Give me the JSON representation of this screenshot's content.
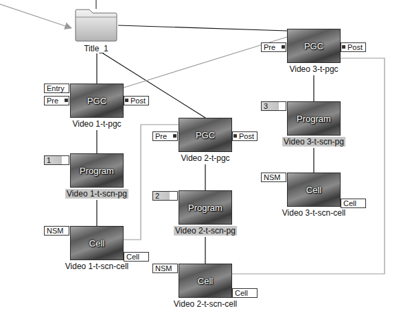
{
  "diagram": {
    "nodes": [
      {
        "text": [
          "Title_1"
        ]
      },
      {
        "text": [
          "PGC",
          "Entry",
          "Pre",
          "Post",
          "Video 1-t-pgc"
        ]
      },
      {
        "text": [
          "Program",
          "1",
          "Video 1-t-scn-pg"
        ]
      },
      {
        "text": [
          "Cell",
          "NSM",
          "Cell",
          "Video 1-t-scn-cell"
        ]
      },
      {
        "text": [
          "PGC",
          "Pre",
          "Post",
          "Video 2-t-pgc"
        ]
      },
      {
        "text": [
          "Program",
          "2",
          "Video 2-t-scn-pg"
        ]
      },
      {
        "text": [
          "Cell",
          "NSM",
          "Cell",
          "Video 2-t-scn-cell"
        ]
      },
      {
        "text": [
          "PGC",
          "Pre",
          "Post",
          "Video 3-t-pgc"
        ]
      },
      {
        "text": [
          "Program",
          "3",
          "Video 3-t-scn-pg"
        ]
      },
      {
        "text": [
          "Cell",
          "NSM",
          "Cell",
          "Video 3-t-scn-cell"
        ]
      }
    ],
    "edges": [
      {
        "from": 0,
        "to": 1,
        "arrow": "none"
      },
      {
        "from": 0,
        "to": 4,
        "arrow": "none"
      },
      {
        "from": 0,
        "to": 7,
        "arrow": "none"
      },
      {
        "from": 1,
        "to": 2,
        "arrow": "none"
      },
      {
        "from": 2,
        "to": 3,
        "arrow": "none"
      },
      {
        "from": 4,
        "to": 5,
        "arrow": "none"
      },
      {
        "from": 5,
        "to": 6,
        "arrow": "none"
      },
      {
        "from": 7,
        "to": 8,
        "arrow": "none"
      },
      {
        "from": 8,
        "to": 9,
        "arrow": "none"
      },
      {
        "from": 1,
        "to": 7,
        "arrow": "none"
      },
      {
        "from": 3,
        "to": 4,
        "arrow": "none"
      },
      {
        "from": 6,
        "to": 7,
        "arrow": "none"
      }
    ]
  }
}
